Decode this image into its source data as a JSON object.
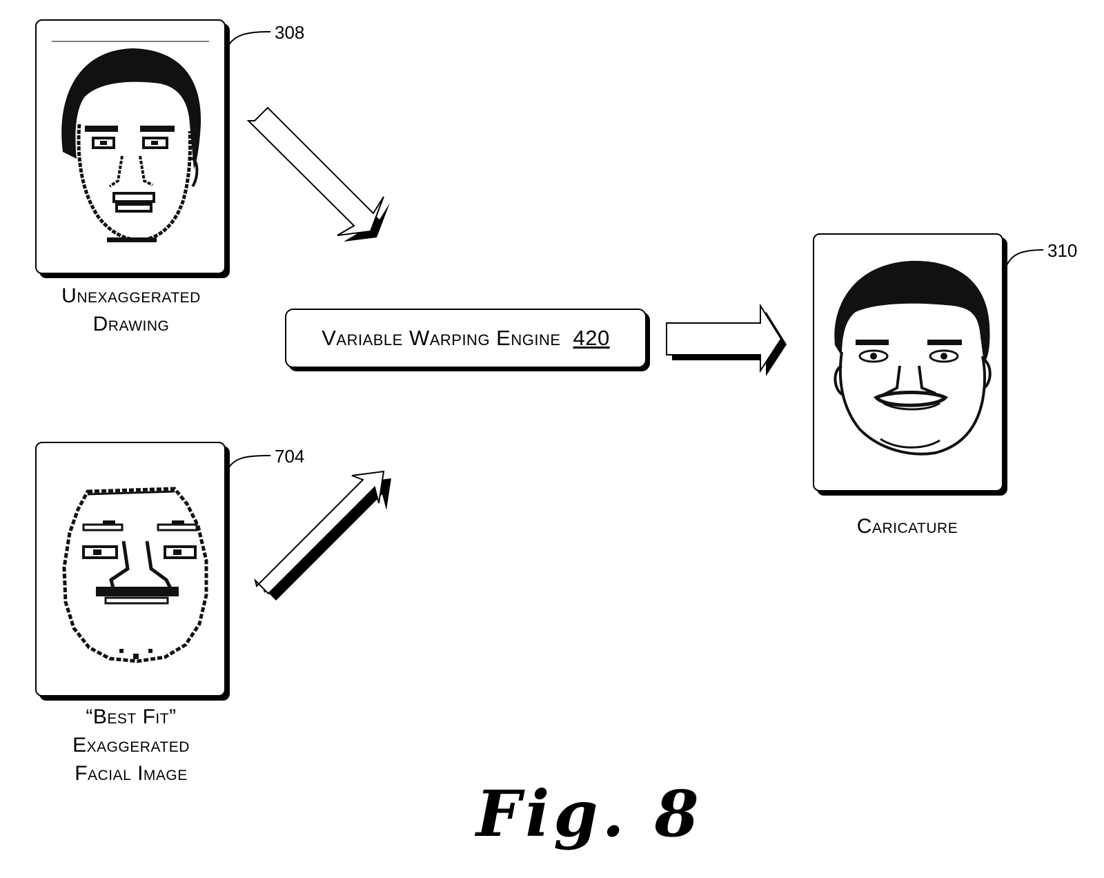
{
  "panels": {
    "unexaggerated": {
      "ref": "308",
      "caption_lines": [
        "Unexaggerated",
        "Drawing"
      ]
    },
    "best_fit": {
      "ref": "704",
      "caption_lines": [
        "“Best Fit”",
        "Exaggerated",
        "Facial Image"
      ]
    },
    "caricature": {
      "ref": "310",
      "caption_lines": [
        "Caricature"
      ]
    }
  },
  "engine": {
    "label": "Variable Warping Engine",
    "number": "420"
  },
  "figure_label": "Fig. 8"
}
